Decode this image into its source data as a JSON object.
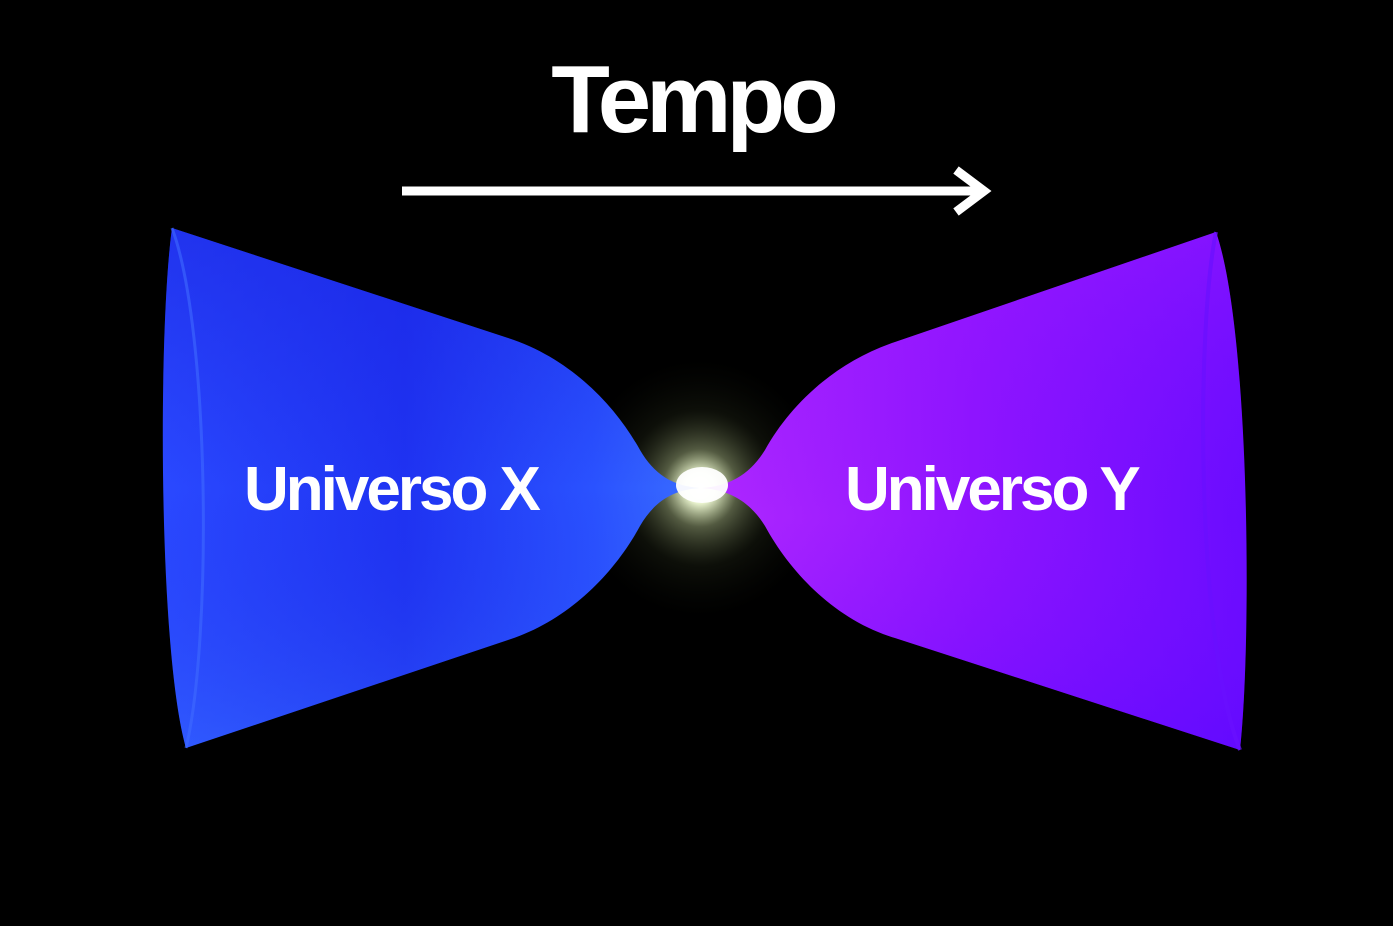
{
  "diagram": {
    "axis_label": "Tempo",
    "left_universe_label": "Universo X",
    "right_universe_label": "Universo Y",
    "colors": {
      "background": "#000000",
      "left_universe": "#2f4bff",
      "right_universe": "#9b1fff",
      "glow": "#ffffe6",
      "text": "#ffffff"
    },
    "icons": {
      "time_arrow": "right-arrow-icon"
    }
  }
}
